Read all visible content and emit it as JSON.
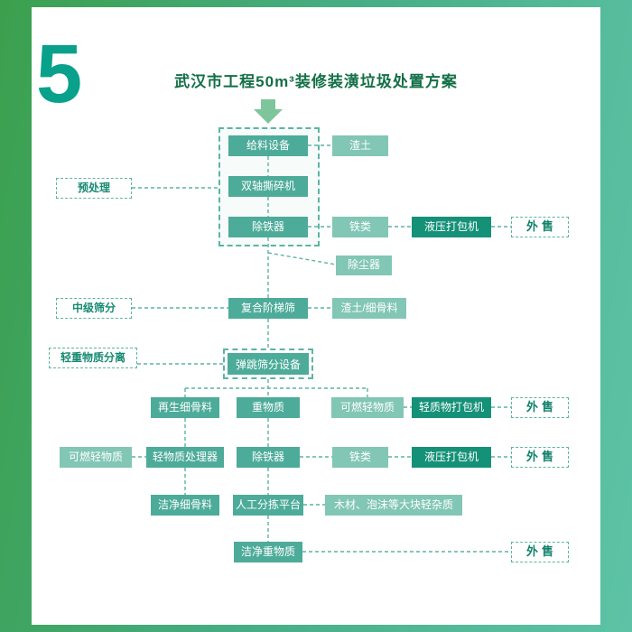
{
  "page": {
    "slide_number": "5",
    "title": "武汉市工程50m³装修装潢垃圾处置方案"
  },
  "stage_tags": {
    "pretreatment": "预处理",
    "intermediate_screening": "中级筛分",
    "light_heavy_separation": "轻重物质分离"
  },
  "nodes": {
    "feeding_equipment": "给料设备",
    "slag": "渣土",
    "double_shaft_shredder": "双轴撕碎机",
    "iron_remover_top": "除铁器",
    "iron_top": "铁类",
    "hydraulic_baler_top": "液压打包机",
    "dust_collector": "除尘器",
    "composite_ladder_screen": "复合阶梯筛",
    "slag_fine_aggregate": "渣土/细骨料",
    "bounce_screening": "弹跳筛分设备",
    "recycled_fine_aggregate": "再生细骨料",
    "heavy_material": "重物质",
    "combustible_light_right": "可燃轻物质",
    "light_material_baler": "轻质物打包机",
    "combustible_light_left": "可燃轻物质",
    "light_material_processor": "轻物质处理器",
    "iron_remover_mid": "除铁器",
    "iron_mid": "铁类",
    "hydraulic_baler_mid": "液压打包机",
    "clean_fine_aggregate": "洁净细骨料",
    "manual_sorting_platform": "人工分拣平台",
    "wood_foam_impurities": "木材、泡沫等大块轻杂质",
    "clean_heavy_material": "洁净重物质"
  },
  "outputs": {
    "sale": "外售"
  },
  "colors": {
    "background_gradient_start": "#3ba04d",
    "background_gradient_end": "#5ec3a6",
    "box_medium": "#4dab99",
    "box_light": "#82c6b5",
    "box_dark": "#159178",
    "dashed_accent": "#5cb4a3",
    "title_green": "#136f46",
    "number_teal": "#09a18b"
  }
}
